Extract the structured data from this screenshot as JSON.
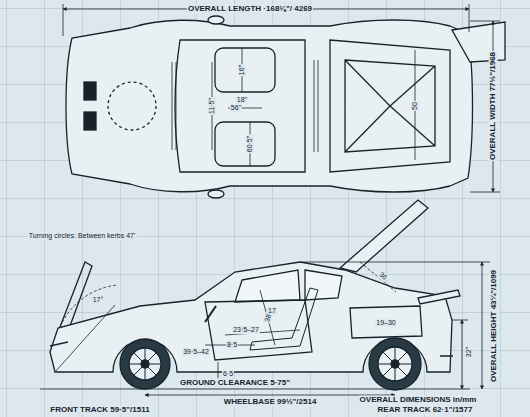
{
  "diagram": {
    "labels": [
      "OVERALL LENGTH ·168⅛\"/ 4269",
      "OVERALL WIDTH 77½\"/1968",
      "16\"",
      "11·5\"",
      "56\"",
      "60·5\"",
      "18\"",
      "50",
      "Turning circles: Between kerbs 47'",
      "17°",
      "23·5–27",
      "8·5",
      "39·5–42",
      "6·5",
      "17",
      "38",
      "36",
      "19–30",
      "32\"",
      "GROUND CLEARANCE 5·75\"",
      "WHEELBASE 99½\"/2514",
      "OVERALL HEIGHT 43¼\"/1099",
      "OVERALL DIMENSIONS in/mm",
      "FRONT TRACK 59·5\"/1511",
      "REAR TRACK 62·1\"/1577"
    ]
  }
}
